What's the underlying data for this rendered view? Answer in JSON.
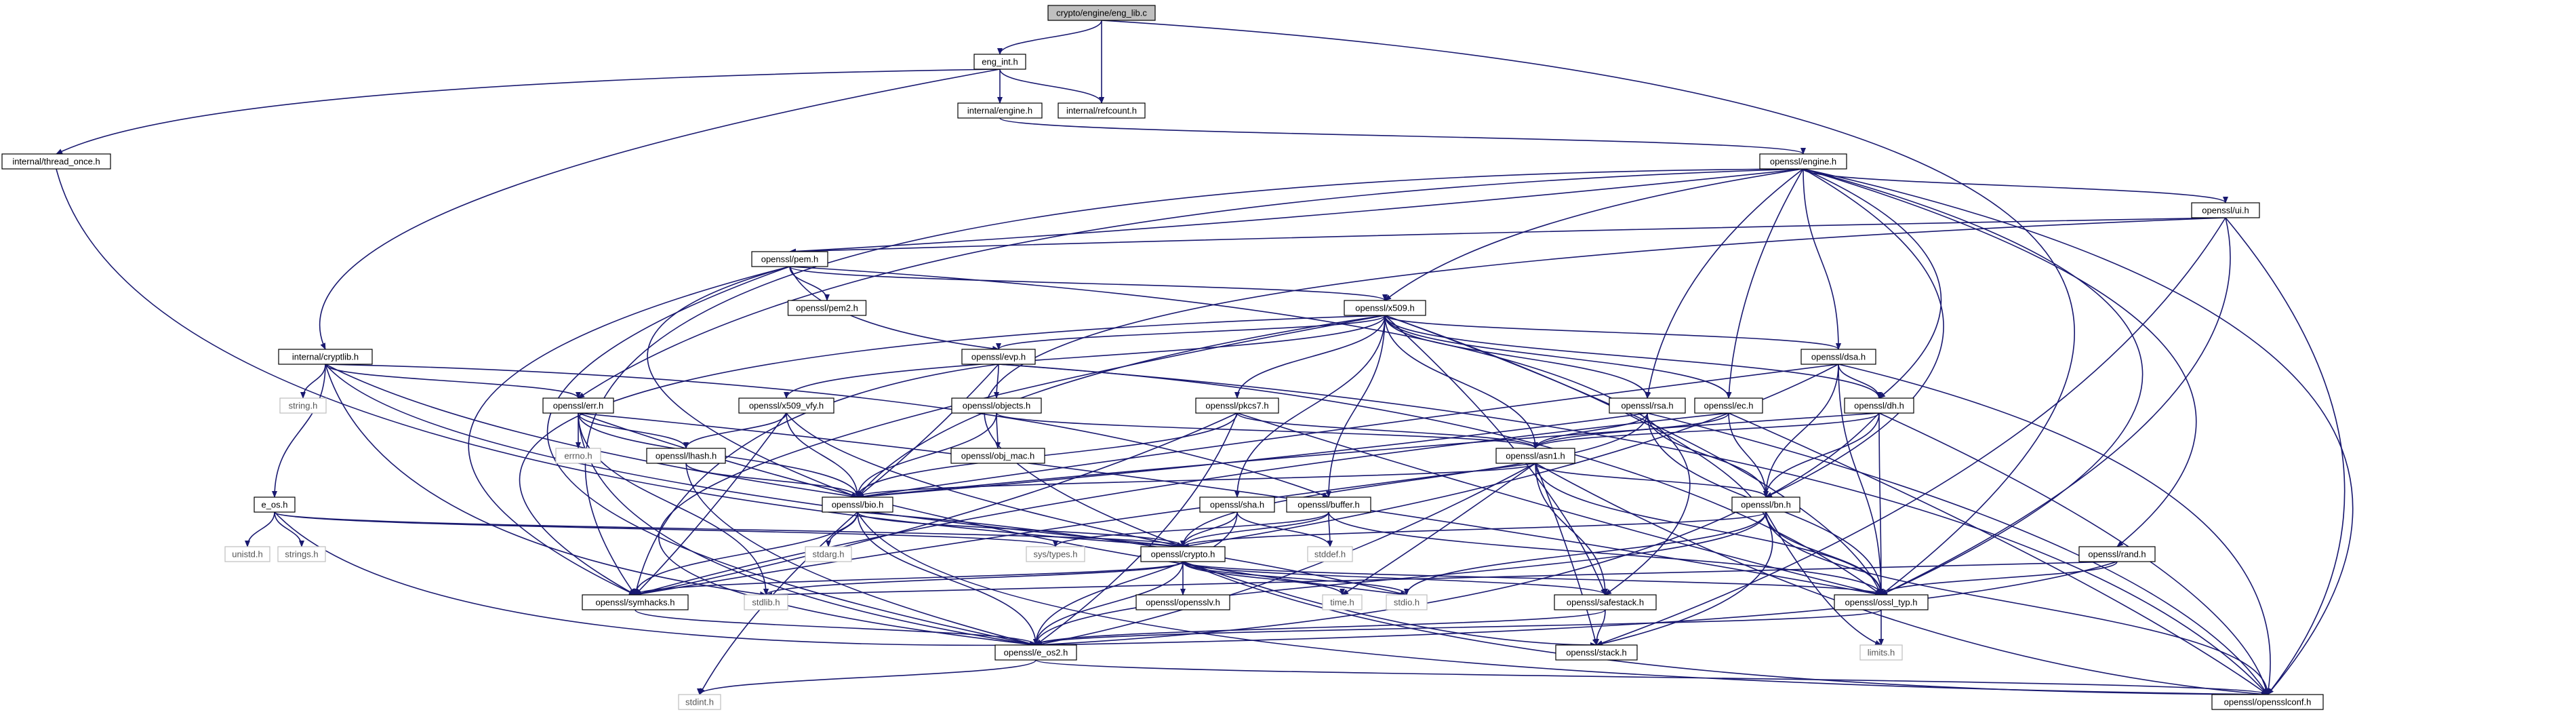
{
  "colors": {
    "edge": "#191970",
    "root_fill": "#bfbfbf",
    "node_border": "#000000",
    "system_border": "#bfbfbf"
  },
  "nodes": {
    "eng_lib_c": "crypto/engine/eng_lib.c",
    "eng_int_h": "eng_int.h",
    "internal_engine_h": "internal/engine.h",
    "internal_refcount_h": "internal/refcount.h",
    "internal_thread_once_h": "internal/thread_once.h",
    "openssl_engine_h": "openssl/engine.h",
    "openssl_ui_h": "openssl/ui.h",
    "openssl_pem_h": "openssl/pem.h",
    "openssl_pem2_h": "openssl/pem2.h",
    "openssl_x509_h": "openssl/x509.h",
    "internal_cryptlib_h": "internal/cryptlib.h",
    "string_h": "string.h",
    "openssl_evp_h": "openssl/evp.h",
    "openssl_err_h": "openssl/err.h",
    "errno_h": "errno.h",
    "openssl_x509_vfy_h": "openssl/x509_vfy.h",
    "openssl_objects_h": "openssl/objects.h",
    "openssl_obj_mac_h": "openssl/obj_mac.h",
    "openssl_lhash_h": "openssl/lhash.h",
    "openssl_pkcs7_h": "openssl/pkcs7.h",
    "openssl_dsa_h": "openssl/dsa.h",
    "openssl_rsa_h": "openssl/rsa.h",
    "openssl_ec_h": "openssl/ec.h",
    "openssl_dh_h": "openssl/dh.h",
    "openssl_asn1_h": "openssl/asn1.h",
    "e_os_h": "e_os.h",
    "unistd_h": "unistd.h",
    "strings_h": "strings.h",
    "openssl_bio_h": "openssl/bio.h",
    "stdarg_h": "stdarg.h",
    "openssl_sha_h": "openssl/sha.h",
    "openssl_buffer_h": "openssl/buffer.h",
    "stddef_h": "stddef.h",
    "openssl_bn_h": "openssl/bn.h",
    "sys_types_h": "sys/types.h",
    "openssl_crypto_h": "openssl/crypto.h",
    "openssl_rand_h": "openssl/rand.h",
    "openssl_symhacks_h": "openssl/symhacks.h",
    "stdlib_h": "stdlib.h",
    "openssl_opensslv_h": "openssl/opensslv.h",
    "time_h": "time.h",
    "stdio_h": "stdio.h",
    "openssl_safestack_h": "openssl/safestack.h",
    "openssl_ossl_typ_h": "openssl/ossl_typ.h",
    "limits_h": "limits.h",
    "openssl_e_os2_h": "openssl/e_os2.h",
    "openssl_stack_h": "openssl/stack.h",
    "stdint_h": "stdint.h",
    "openssl_opensslconf_h": "openssl/opensslconf.h"
  }
}
